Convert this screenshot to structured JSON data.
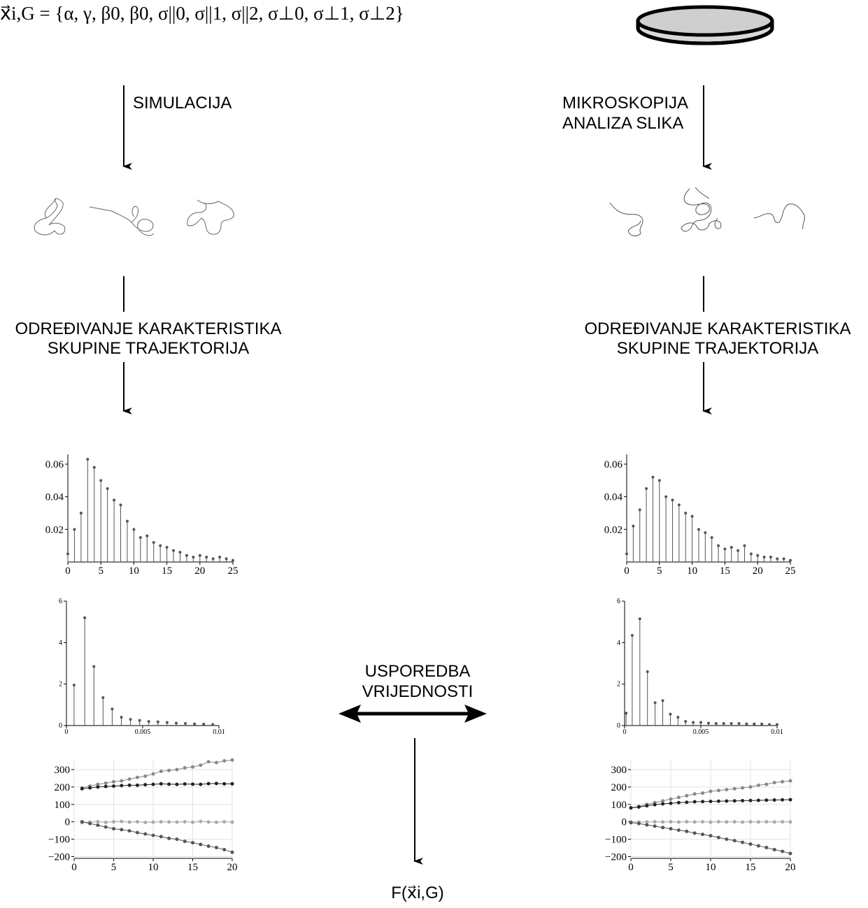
{
  "header": {
    "param_set": "x⃗i,G = {α, γ, β0, β0, σ||0, σ||1, σ||2, σ⊥0, σ⊥1, σ⊥2}"
  },
  "left_column": {
    "step1_label": "SIMULACIJA",
    "step2_label_line1": "ODREĐIVANJE KARAKTERISTIKA",
    "step2_label_line2": "SKUPINE TRAJEKTORIJA"
  },
  "right_column": {
    "step1_label_line1": "MIKROSKOPIJA",
    "step1_label_line2": "ANALIZA SLIKA",
    "step2_label_line1": "ODREĐIVANJE KARAKTERISTIKA",
    "step2_label_line2": "SKUPINE TRAJEKTORIJA"
  },
  "center": {
    "compare_line1": "USPOREDBA",
    "compare_line2": "VRIJEDNOSTI",
    "result_label": "F(x⃗i,G)"
  },
  "chart_data": [
    {
      "type": "bar",
      "panel": "left-distribution",
      "x": [
        0,
        1,
        2,
        3,
        4,
        5,
        6,
        7,
        8,
        9,
        10,
        11,
        12,
        13,
        14,
        15,
        16,
        17,
        18,
        19,
        20,
        21,
        22,
        23,
        24,
        25
      ],
      "values": [
        0.005,
        0.02,
        0.03,
        0.063,
        0.058,
        0.05,
        0.045,
        0.038,
        0.035,
        0.025,
        0.02,
        0.015,
        0.016,
        0.012,
        0.01,
        0.009,
        0.007,
        0.006,
        0.004,
        0.003,
        0.004,
        0.003,
        0.002,
        0.003,
        0.002,
        0.001
      ],
      "xticks": [
        "0",
        "5",
        "10",
        "15",
        "20",
        "25"
      ],
      "yticks": [
        "0.02",
        "0.04",
        "0.06"
      ],
      "xlim": [
        0,
        25
      ],
      "ylim": [
        0,
        0.066
      ]
    },
    {
      "type": "bar",
      "panel": "left-histogram",
      "x": [
        0.0005,
        0.0012,
        0.0018,
        0.0024,
        0.003,
        0.0036,
        0.0042,
        0.0048,
        0.0054,
        0.006,
        0.0066,
        0.0072,
        0.0078,
        0.0084,
        0.009,
        0.0096
      ],
      "values": [
        1.95,
        5.2,
        2.85,
        1.35,
        0.8,
        0.4,
        0.3,
        0.25,
        0.2,
        0.18,
        0.15,
        0.12,
        0.1,
        0.08,
        0.07,
        0.05
      ],
      "xticks": [
        "0",
        "0.005",
        "0.01"
      ],
      "yticks": [
        "0",
        "2",
        "4",
        "6"
      ],
      "xlim": [
        0,
        0.01
      ],
      "ylim": [
        0,
        6
      ]
    },
    {
      "type": "line",
      "panel": "left-timeseries",
      "x": [
        1,
        2,
        3,
        4,
        5,
        6,
        7,
        8,
        9,
        10,
        11,
        12,
        13,
        14,
        15,
        16,
        17,
        18,
        19,
        20
      ],
      "series": [
        {
          "color": "#888888",
          "values": [
            195,
            205,
            215,
            222,
            230,
            235,
            245,
            255,
            262,
            275,
            290,
            295,
            300,
            310,
            315,
            325,
            345,
            340,
            350,
            355
          ]
        },
        {
          "color": "#222222",
          "values": [
            190,
            195,
            200,
            203,
            205,
            208,
            210,
            210,
            213,
            215,
            218,
            216,
            215,
            217,
            216,
            215,
            219,
            220,
            218,
            218
          ]
        },
        {
          "color": "#aaaaaa",
          "values": [
            -5,
            -2,
            0,
            -3,
            0,
            2,
            -2,
            0,
            -4,
            -2,
            0,
            -1,
            -2,
            0,
            -3,
            2,
            -1,
            -3,
            0,
            -2
          ]
        },
        {
          "color": "#555555",
          "values": [
            0,
            -10,
            -20,
            -30,
            -40,
            -45,
            -52,
            -62,
            -70,
            -78,
            -85,
            -95,
            -100,
            -112,
            -120,
            -130,
            -140,
            -148,
            -160,
            -175
          ]
        }
      ],
      "xticks": [
        "0",
        "5",
        "10",
        "15",
        "20"
      ],
      "yticks": [
        "300",
        "200",
        "100",
        "0",
        "−100",
        "−200"
      ],
      "xlim": [
        0,
        20
      ],
      "ylim": [
        -210,
        360
      ]
    },
    {
      "type": "bar",
      "panel": "right-distribution",
      "x": [
        0,
        1,
        2,
        3,
        4,
        5,
        6,
        7,
        8,
        9,
        10,
        11,
        12,
        13,
        14,
        15,
        16,
        17,
        18,
        19,
        20,
        21,
        22,
        23,
        24,
        25
      ],
      "values": [
        0.005,
        0.022,
        0.032,
        0.045,
        0.052,
        0.05,
        0.04,
        0.038,
        0.035,
        0.03,
        0.028,
        0.02,
        0.018,
        0.015,
        0.01,
        0.008,
        0.009,
        0.007,
        0.01,
        0.005,
        0.004,
        0.003,
        0.003,
        0.002,
        0.002,
        0.001
      ],
      "xticks": [
        "0",
        "5",
        "10",
        "15",
        "20",
        "25"
      ],
      "yticks": [
        "0.02",
        "0.04",
        "0.06"
      ],
      "xlim": [
        0,
        25
      ],
      "ylim": [
        0,
        0.066
      ]
    },
    {
      "type": "bar",
      "panel": "right-histogram",
      "x": [
        0.0001,
        0.0005,
        0.001,
        0.0015,
        0.002,
        0.0025,
        0.003,
        0.0035,
        0.004,
        0.0045,
        0.005,
        0.0055,
        0.006,
        0.0065,
        0.007,
        0.0075,
        0.008,
        0.0085,
        0.009,
        0.0095,
        0.01
      ],
      "values": [
        0.6,
        4.35,
        5.15,
        2.6,
        1.1,
        1.2,
        0.55,
        0.4,
        0.2,
        0.15,
        0.15,
        0.12,
        0.1,
        0.1,
        0.1,
        0.1,
        0.08,
        0.08,
        0.08,
        0.05,
        0.05
      ],
      "xticks": [
        "0",
        "0.005",
        "0.01"
      ],
      "yticks": [
        "0",
        "2",
        "4",
        "6"
      ],
      "xlim": [
        0,
        0.01
      ],
      "ylim": [
        0,
        6
      ]
    },
    {
      "type": "line",
      "panel": "right-timeseries",
      "x": [
        0,
        1,
        2,
        3,
        4,
        5,
        6,
        7,
        8,
        9,
        10,
        11,
        12,
        13,
        14,
        15,
        16,
        17,
        18,
        19,
        20
      ],
      "series": [
        {
          "color": "#888888",
          "values": [
            80,
            88,
            100,
            110,
            120,
            130,
            140,
            150,
            160,
            165,
            175,
            180,
            185,
            190,
            195,
            200,
            210,
            215,
            225,
            230,
            235
          ]
        },
        {
          "color": "#222222",
          "values": [
            80,
            85,
            92,
            98,
            103,
            106,
            110,
            112,
            115,
            116,
            117,
            118,
            119,
            120,
            121,
            122,
            123,
            124,
            125,
            126,
            127
          ]
        },
        {
          "color": "#aaaaaa",
          "values": [
            0,
            -2,
            -1,
            0,
            -1,
            0,
            -2,
            0,
            -1,
            0,
            -2,
            0,
            -1,
            0,
            -2,
            0,
            -1,
            0,
            -1,
            0,
            -1
          ]
        },
        {
          "color": "#555555",
          "values": [
            -5,
            -10,
            -18,
            -25,
            -33,
            -40,
            -48,
            -55,
            -65,
            -72,
            -80,
            -90,
            -100,
            -108,
            -118,
            -128,
            -138,
            -148,
            -160,
            -170,
            -182
          ]
        }
      ],
      "xticks": [
        "0",
        "5",
        "10",
        "15",
        "20"
      ],
      "yticks": [
        "300",
        "200",
        "100",
        "0",
        "−100",
        "−200"
      ],
      "xlim": [
        0,
        20
      ],
      "ylim": [
        -210,
        360
      ]
    }
  ]
}
